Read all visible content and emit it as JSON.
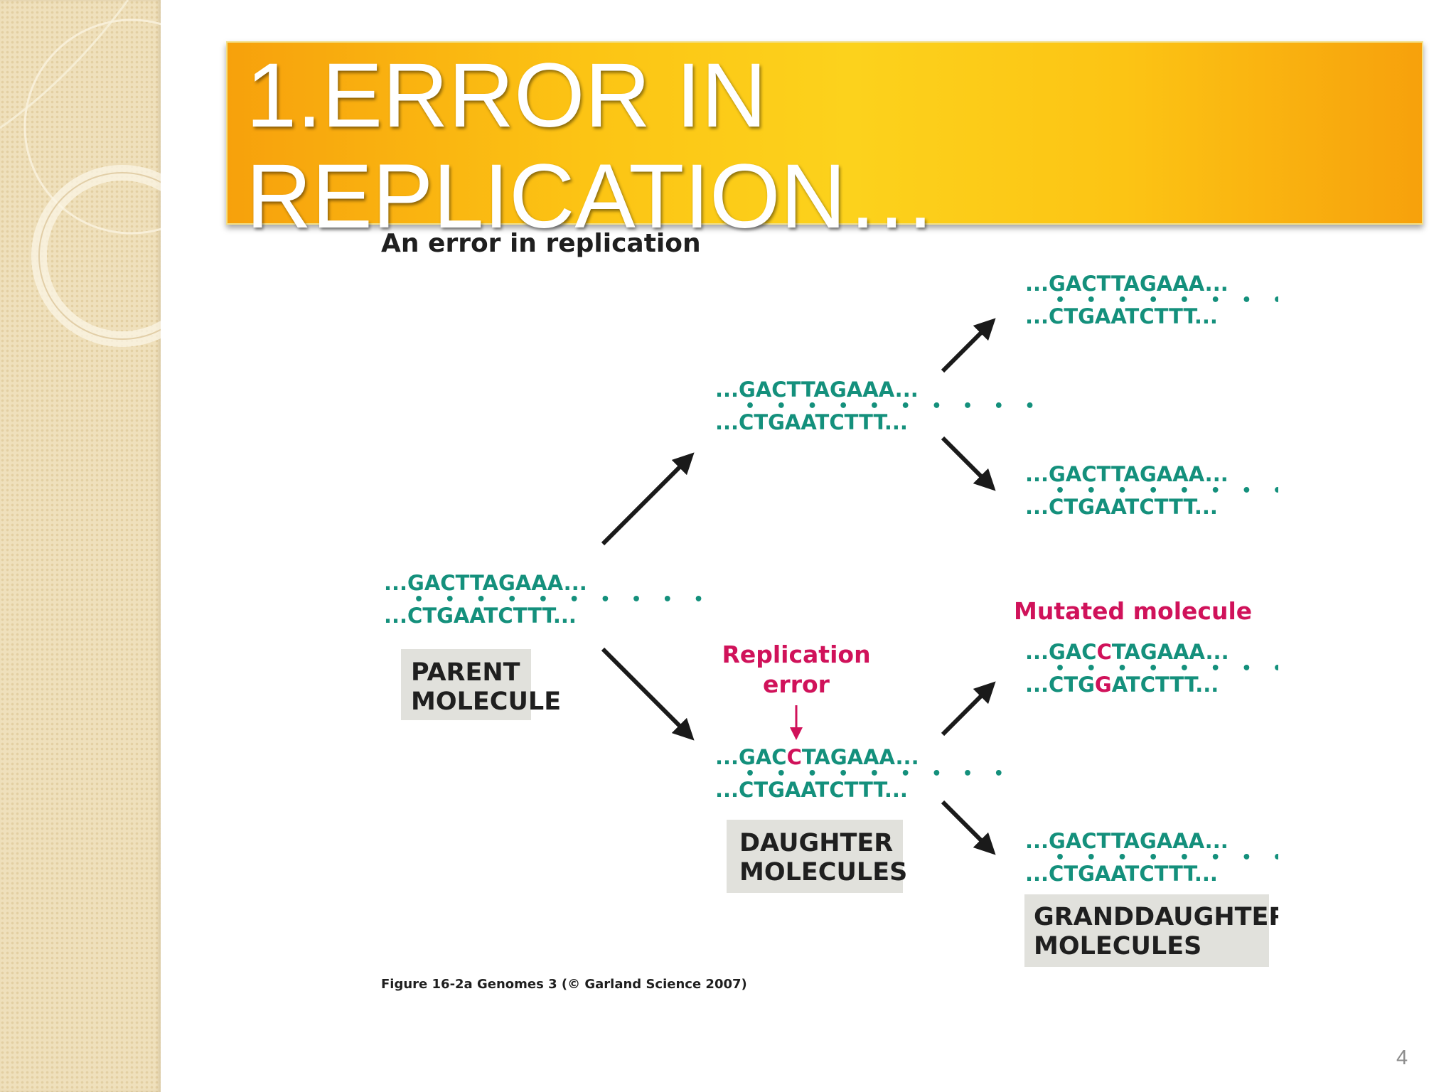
{
  "slide": {
    "title": "1.ERROR IN\nREPLICATION…",
    "page_number": "4"
  },
  "figure": {
    "heading": "An error in replication",
    "strand_dots": "• • • • • • • • • •",
    "parent": {
      "top_strand": "...GACTTAGAAA...",
      "bottom_strand": "...CTGAATCTTT...",
      "label_line1": "PARENT",
      "label_line2": "MOLECULE"
    },
    "daughter_normal": {
      "top_strand": "...GACTTAGAAA...",
      "bottom_strand": "...CTGAATCTTT..."
    },
    "daughter_error": {
      "top_prefix": "...GAC",
      "top_mutant": "C",
      "top_suffix": "TAGAAA...",
      "bottom_strand": "...CTGAATCTTT...",
      "mismatch_dots": "• • •   • • • • • •"
    },
    "replication_error_line1": "Replication",
    "replication_error_line2": "error",
    "daughter_label_line1": "DAUGHTER",
    "daughter_label_line2": "MOLECULES",
    "grand_1": {
      "top_strand": "...GACTTAGAAA...",
      "bottom_strand": "...CTGAATCTTT..."
    },
    "grand_2": {
      "top_strand": "...GACTTAGAAA...",
      "bottom_strand": "...CTGAATCTTT..."
    },
    "mutated_label": "Mutated molecule",
    "grand_mutated": {
      "top_prefix": "...GAC",
      "top_mutant": "C",
      "top_suffix": "TAGAAA...",
      "bottom_prefix": "...CTG",
      "bottom_mutant": "G",
      "bottom_suffix": "ATCTTT..."
    },
    "grand_4": {
      "top_strand": "...GACTTAGAAA...",
      "bottom_strand": "...CTGAATCTTT..."
    },
    "grand_label_line1": "GRANDDAUGHTER",
    "grand_label_line2": "MOLECULES",
    "caption": "Figure 16-2a  Genomes 3 (© Garland Science 2007)",
    "colors": {
      "strand": "#14907c",
      "mutation": "#d0125a",
      "label_box": "#e1e1dc",
      "title_bar": "#fcc414"
    }
  }
}
